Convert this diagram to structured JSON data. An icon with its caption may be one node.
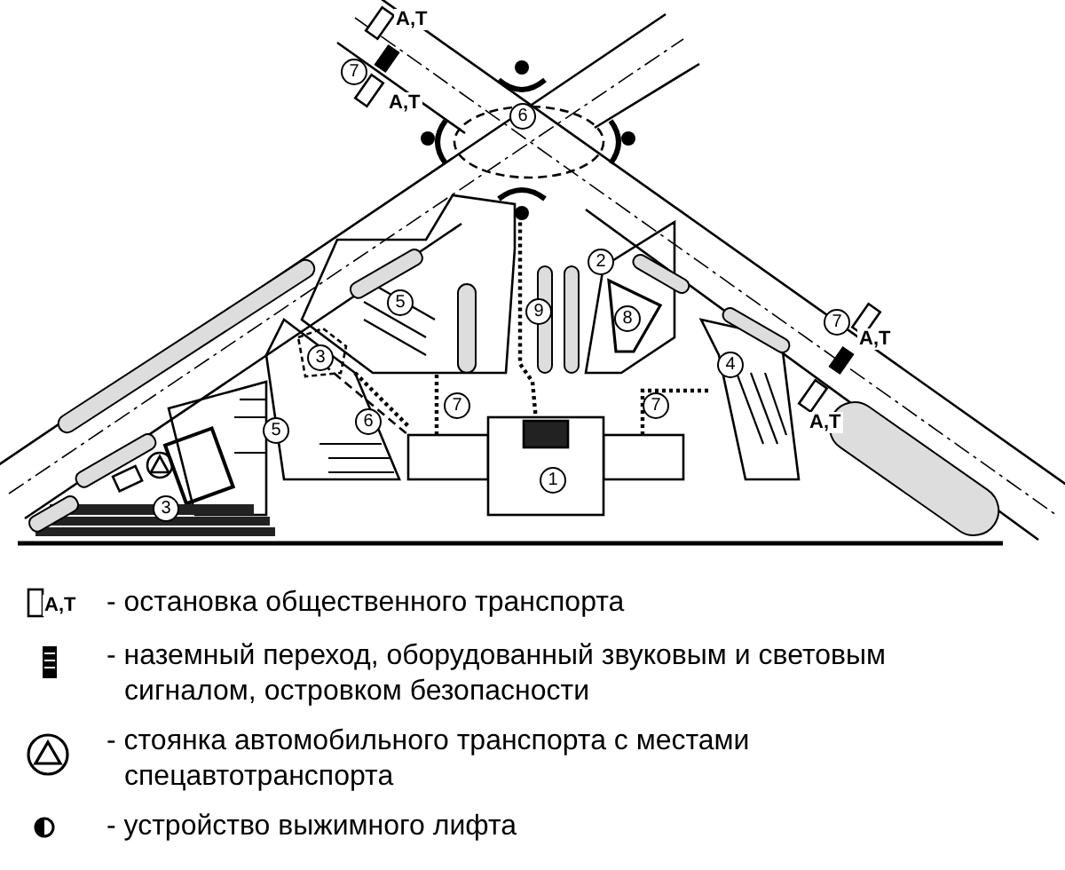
{
  "diagram": {
    "labels": [
      "А,Т",
      "7",
      "А,Т",
      "6",
      "2",
      "5",
      "9",
      "8",
      "7",
      "А,Т",
      "3",
      "4",
      "6",
      "7",
      "7",
      "А,Т",
      "5",
      "1",
      "3",
      "А,Т"
    ],
    "legend": [
      {
        "text": "- остановка общественного транспорта"
      },
      {
        "text": "- наземный переход, оборудованный звуковым и световым сигналом, островком безопасности"
      },
      {
        "text": "- стоянка автомобильного транспорта с местами спецавтотранспорта"
      },
      {
        "text": "- устройство выжимного лифта"
      }
    ]
  }
}
